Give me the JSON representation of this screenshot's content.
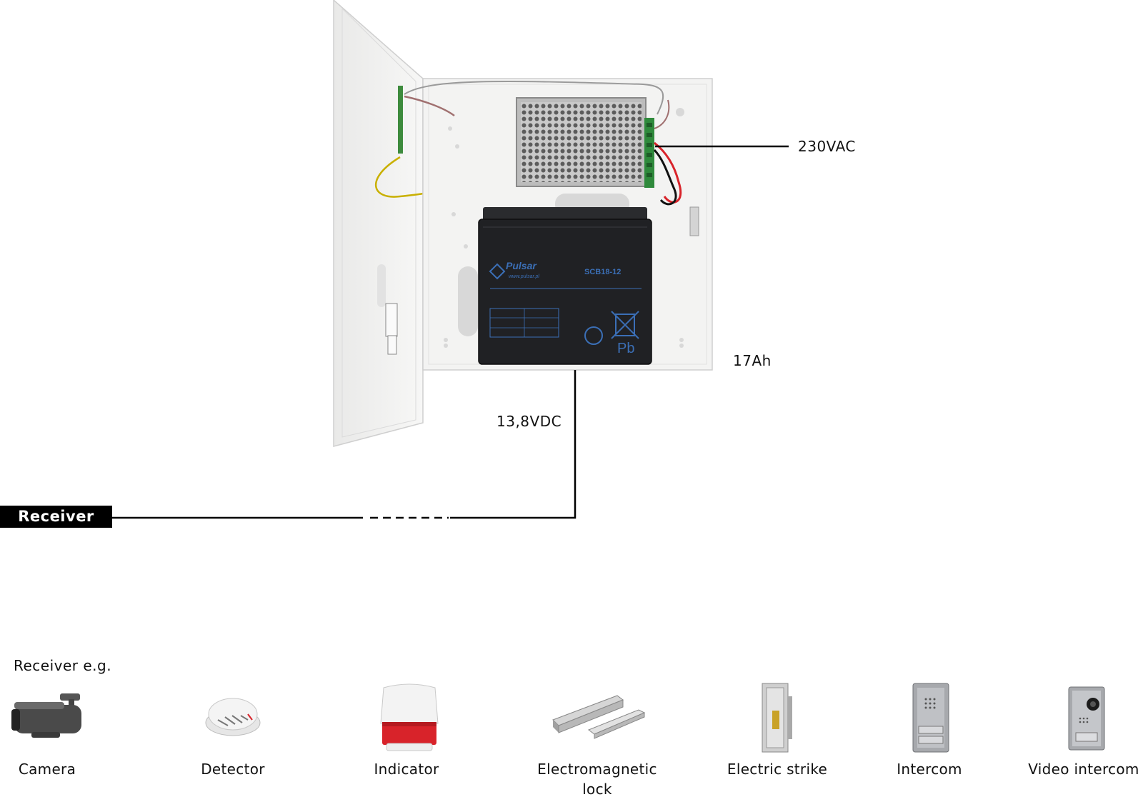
{
  "labels": {
    "ac_input": "230VAC",
    "battery_capacity": "17Ah",
    "dc_output": "13,8VDC",
    "receiver": "Receiver",
    "receiver_examples": "Receiver e.g."
  },
  "battery": {
    "brand": "Pulsar",
    "website": "www.pulsar.pl",
    "model": "SCB18-12",
    "pb_mark": "Pb"
  },
  "devices": [
    {
      "label": "Camera",
      "icon": "camera-icon"
    },
    {
      "label": "Detector",
      "icon": "smoke-detector-icon"
    },
    {
      "label": "Indicator",
      "icon": "siren-indicator-icon"
    },
    {
      "label": "Electromagnetic lock",
      "icon": "electromagnetic-lock-icon"
    },
    {
      "label": "Electric strike",
      "icon": "electric-strike-icon"
    },
    {
      "label": "Intercom",
      "icon": "intercom-icon"
    },
    {
      "label": "Video intercom",
      "icon": "video-intercom-icon"
    }
  ],
  "colors": {
    "line": "#000000",
    "receiver_bg": "#000000",
    "receiver_text": "#ffffff",
    "battery_body": "#202124",
    "battery_text": "#3b6fb6",
    "enclosure": "#f1f1f0",
    "indicator_red": "#d8232a"
  }
}
